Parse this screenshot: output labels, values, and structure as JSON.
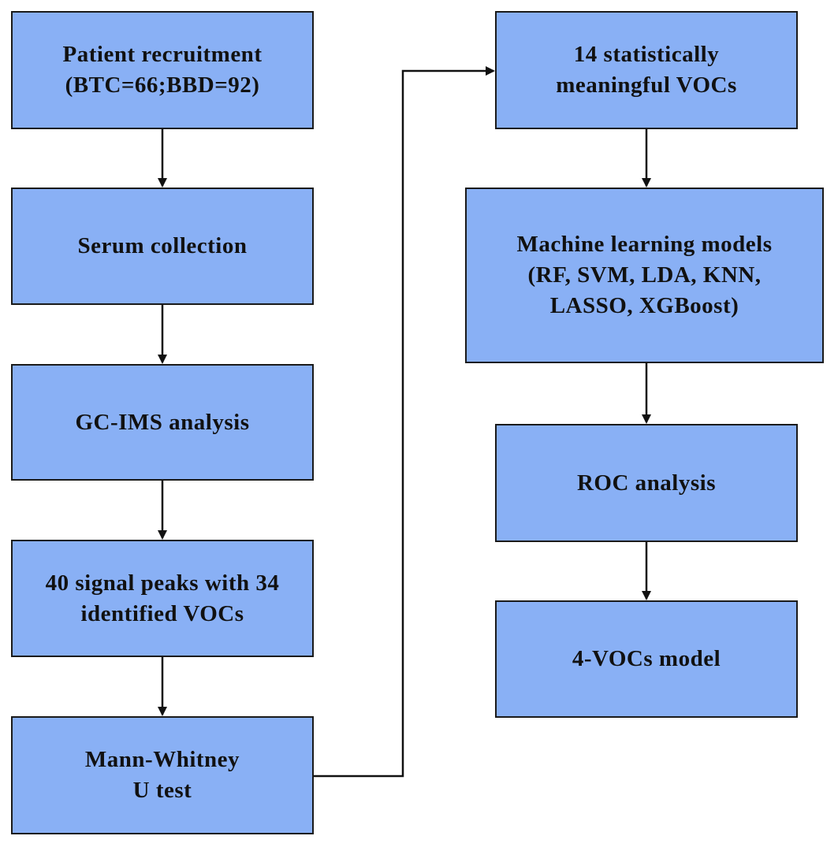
{
  "flowchart": {
    "left_column": [
      {
        "id": "recruitment",
        "lines": [
          "Patient recruitment",
          "(BTC=66;BBD=92)"
        ]
      },
      {
        "id": "serum",
        "lines": [
          "Serum collection"
        ]
      },
      {
        "id": "gcims",
        "lines": [
          "GC-IMS analysis"
        ]
      },
      {
        "id": "peaks",
        "lines": [
          "40 signal peaks with 34",
          "identified VOCs"
        ]
      },
      {
        "id": "mannwhitney",
        "lines": [
          "Mann-Whitney",
          "U test"
        ]
      }
    ],
    "right_column": [
      {
        "id": "significant",
        "lines": [
          "14 statistically",
          "meaningful VOCs"
        ]
      },
      {
        "id": "ml",
        "lines": [
          "Machine learning models",
          "(RF, SVM, LDA, KNN,",
          "LASSO, XGBoost)"
        ]
      },
      {
        "id": "roc",
        "lines": [
          "ROC analysis"
        ]
      },
      {
        "id": "model4",
        "lines": [
          "4-VOCs model"
        ]
      }
    ],
    "colors": {
      "box_fill": "#89b0f5",
      "box_border": "#1a1a1a",
      "arrow": "#111111"
    }
  }
}
